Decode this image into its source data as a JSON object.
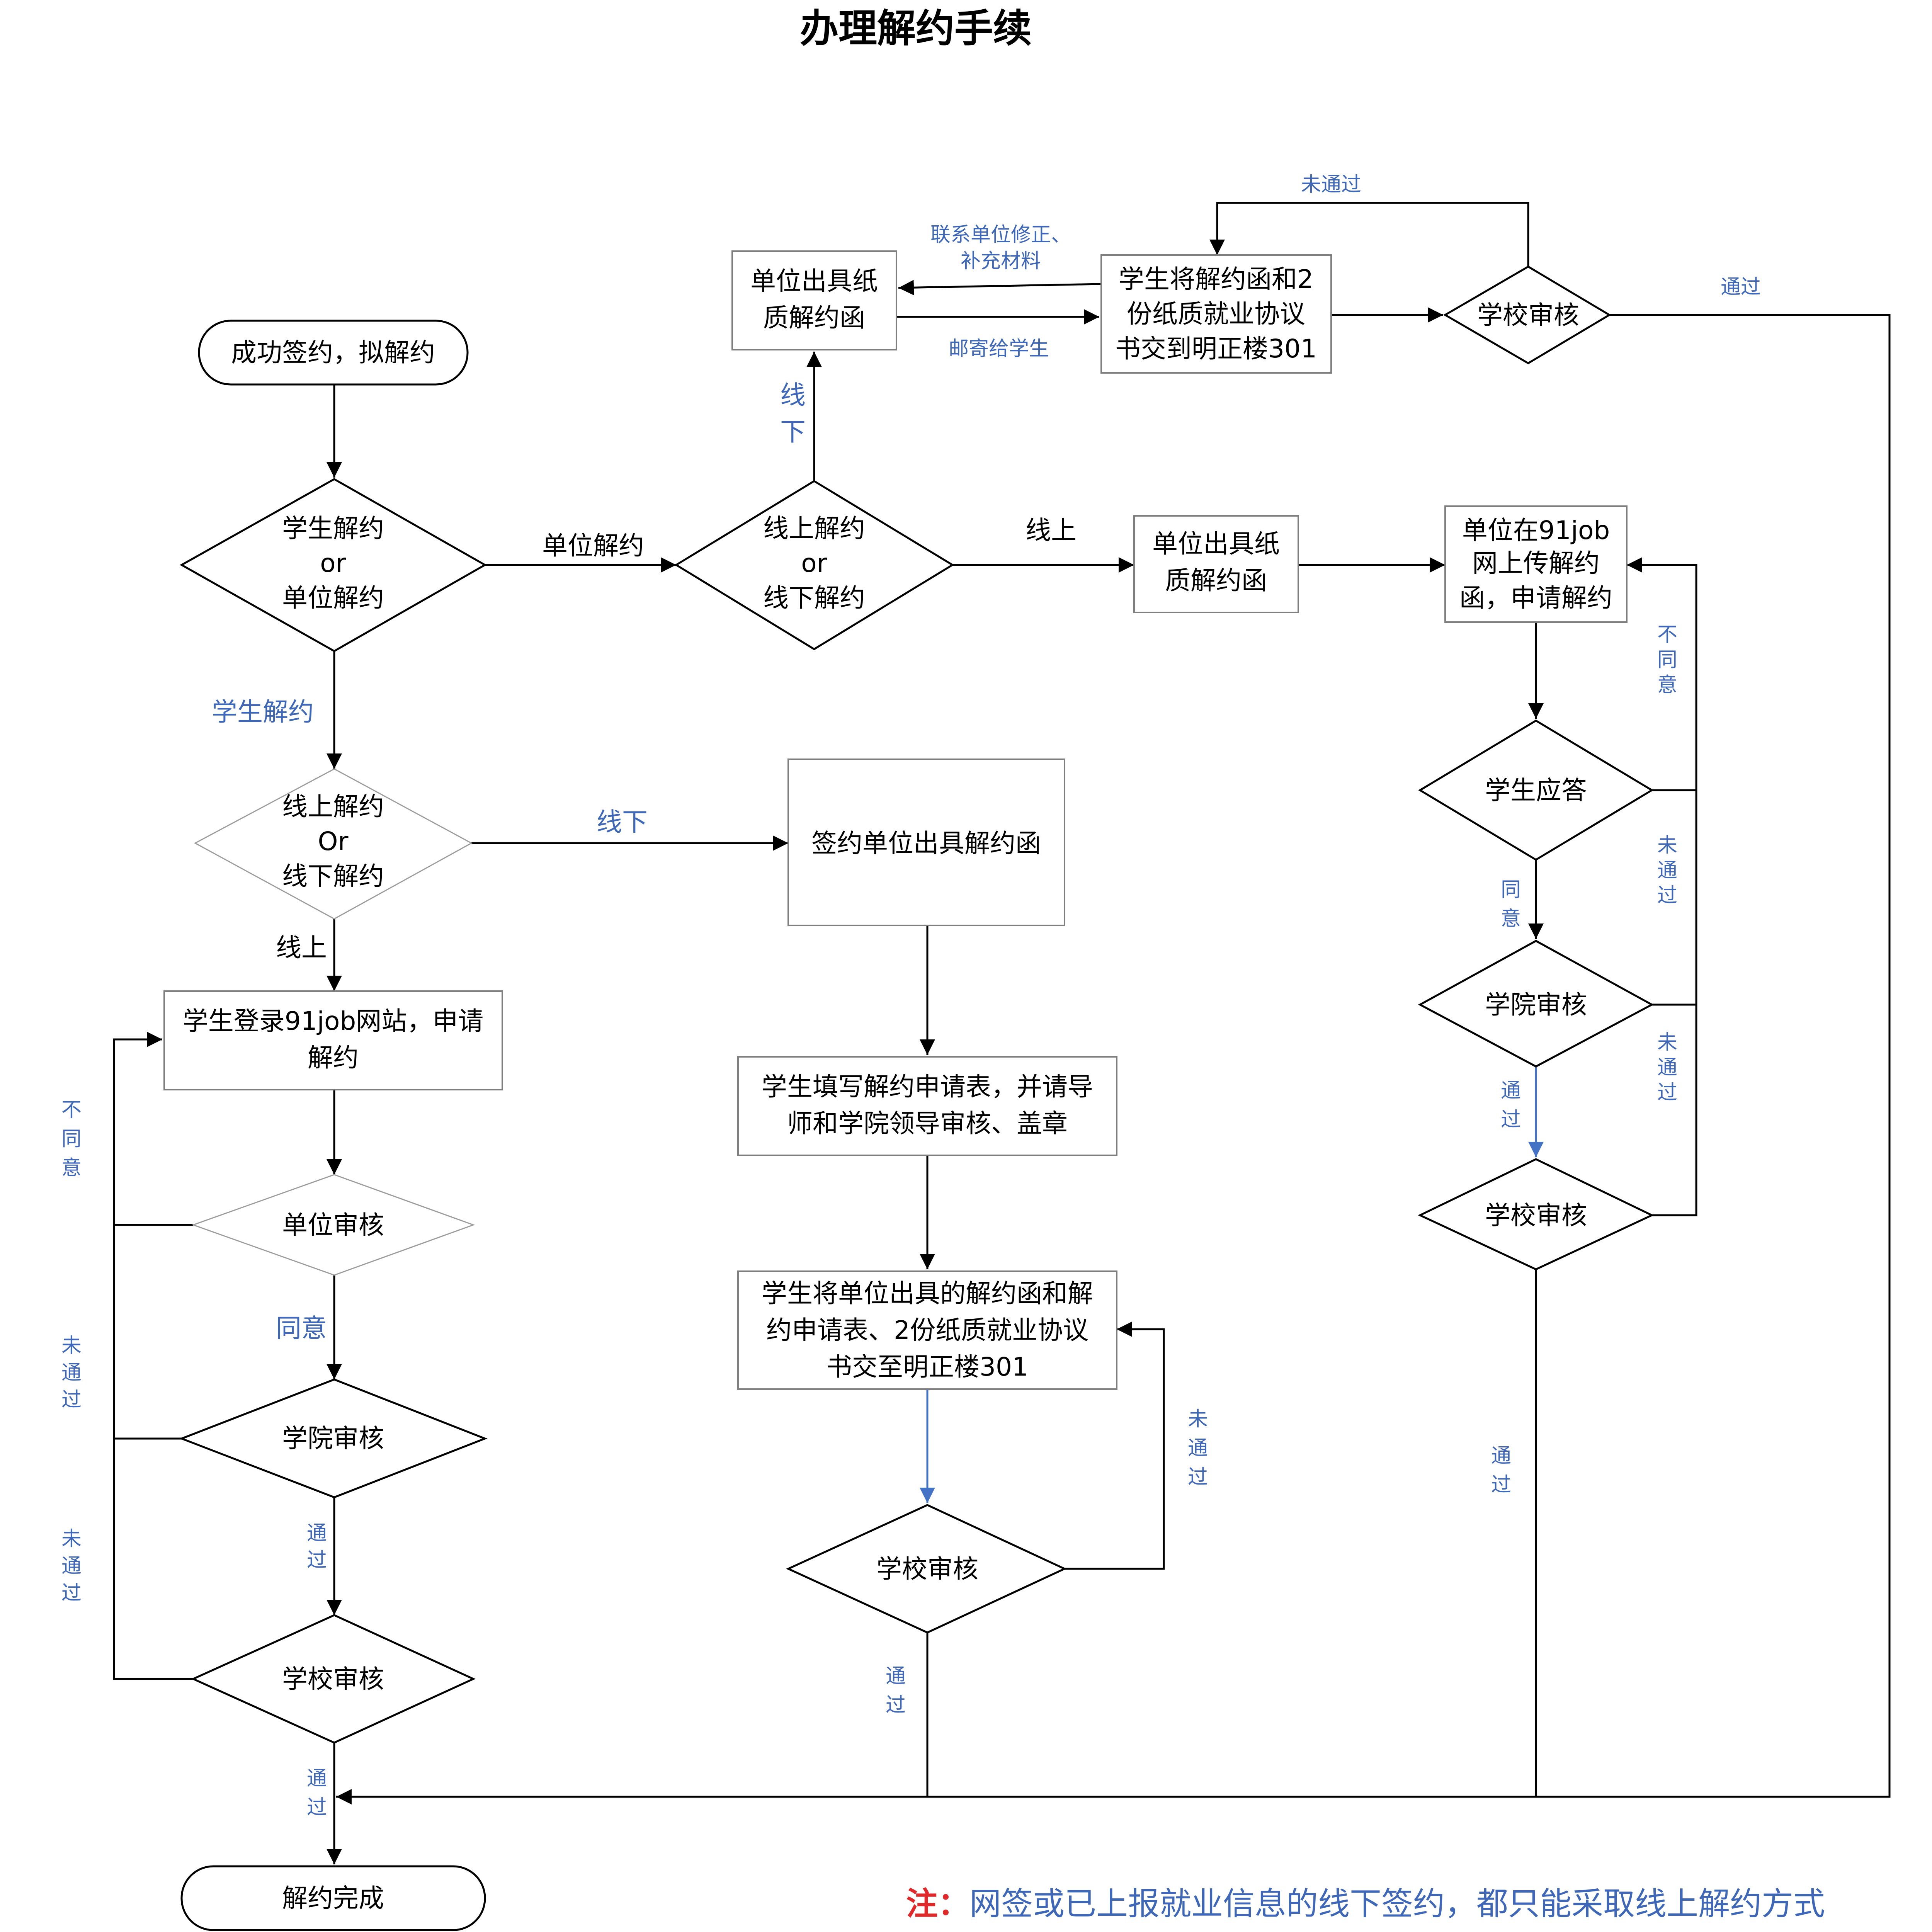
{
  "title": "办理解约手续",
  "nodes": {
    "start": "成功签约，拟解约",
    "d_who": [
      "学生解约",
      "or",
      "单位解约"
    ],
    "d_unit_mode": [
      "线上解约",
      "or",
      "线下解约"
    ],
    "unit_paper_letter_top": [
      "单位出具纸",
      "质解约函"
    ],
    "submit_301_top": [
      "学生将解约函和2",
      "份纸质就业协议",
      "书交到明正楼301"
    ],
    "school_review_top": "学校审核",
    "unit_paper_letter_mid": [
      "单位出具纸",
      "质解约函"
    ],
    "unit_upload_91job": [
      "单位在91job",
      "网上传解约",
      "函，申请解约"
    ],
    "d_student_mode": [
      "线上解约",
      "Or",
      "线下解约"
    ],
    "unit_issue_letter": "签约单位出具解约函",
    "student_login": [
      "学生登录91job网站，申请",
      "解约"
    ],
    "unit_review": "单位审核",
    "college_review_left": "学院审核",
    "school_review_left": "学校审核",
    "fill_form": [
      "学生填写解约申请表，并请导",
      "师和学院领导审核、盖章"
    ],
    "submit_301_mid": [
      "学生将单位出具的解约函和解",
      "约申请表、2份纸质就业协议",
      "书交至明正楼301"
    ],
    "school_review_mid": "学校审核",
    "student_reply": "学生应答",
    "college_review_right": "学院审核",
    "school_review_right": "学校审核",
    "end": "解约完成"
  },
  "edge_labels": {
    "unit_cancel": "单位解约",
    "student_cancel": "学生解约",
    "offline_vertical": [
      "线",
      "下"
    ],
    "online_top": "线上",
    "contact_unit": [
      "联系单位修正、",
      "补充材料"
    ],
    "mail_student": "邮寄给学生",
    "not_passed_top": "未通过",
    "passed_top": "通过",
    "offline_h": "线下",
    "online_left": "线上",
    "disagree_left": [
      "不",
      "同",
      "意"
    ],
    "not_passed_left_1": [
      "未",
      "通",
      "过"
    ],
    "not_passed_left_2": [
      "未",
      "通",
      "过"
    ],
    "agree_left": "同意",
    "passed_left_1": [
      "通",
      "过"
    ],
    "passed_left_2": [
      "通",
      "过"
    ],
    "not_passed_mid": [
      "未",
      "通",
      "过"
    ],
    "passed_mid": [
      "通",
      "过"
    ],
    "disagree_right": [
      "不",
      "同",
      "意"
    ],
    "agree_right": [
      "同",
      "意"
    ],
    "not_passed_right_1": [
      "未",
      "通",
      "过"
    ],
    "not_passed_right_2": [
      "未",
      "通",
      "过"
    ],
    "passed_right_1": [
      "通",
      "过"
    ],
    "passed_right_2": [
      "通",
      "过"
    ]
  },
  "note": {
    "prefix": "注：",
    "text": "网签或已上报就业信息的线下签约，都只能采取线上解约方式"
  },
  "colors": {
    "label_blue": "#3e68b7",
    "arrow_blue": "#4472c4",
    "note_red": "#e0292a"
  }
}
